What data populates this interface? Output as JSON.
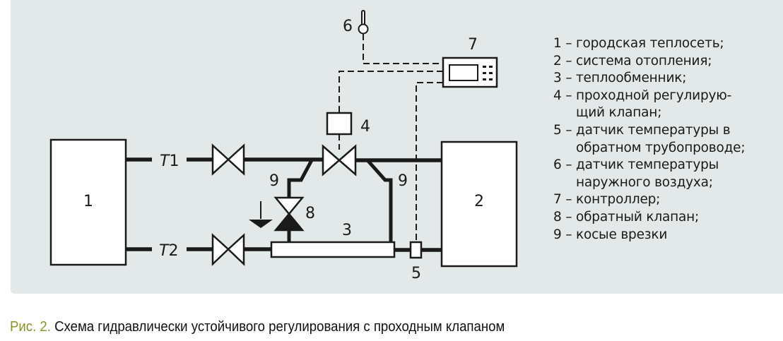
{
  "figure": {
    "caption_prefix": "Рис. 2.",
    "caption_text": "Схема гидравлически устойчивого регулирования с проходным клапаном",
    "caption_prefix_color": "#8a9420"
  },
  "diagram": {
    "labels": {
      "box1": "1",
      "box2": "2",
      "exchanger": "3",
      "actuator": "4",
      "sensor_return": "5",
      "sensor_outdoor": "6",
      "controller": "7",
      "check_valve": "8",
      "bypass_left": "9",
      "bypass_right": "9",
      "supply_line_letter": "T",
      "supply_line_num": "1",
      "return_line_letter": "T",
      "return_line_num": "2"
    }
  },
  "legend": {
    "items": [
      {
        "num": "1 – ",
        "text": "городская теплосеть;"
      },
      {
        "num": "2 – ",
        "text": "система отопления;"
      },
      {
        "num": "3 – ",
        "text": "теплообменник;"
      },
      {
        "num": "4 – ",
        "text": "проходной регулирующий клапан;",
        "line1": "проходной регулирую-",
        "line2": "щий клапан;"
      },
      {
        "num": "5 – ",
        "text": "датчик температуры в обратном трубопроводе;",
        "line1": "датчик температуры в",
        "line2": "обратном трубопроводе;"
      },
      {
        "num": "6 – ",
        "text": "датчик температуры наружного воздуха;",
        "line1": "датчик температуры",
        "line2": "наружного воздуха;"
      },
      {
        "num": "7 – ",
        "text": "контроллер;"
      },
      {
        "num": "8 – ",
        "text": "обратный клапан;"
      },
      {
        "num": "9 – ",
        "text": "косые врезки"
      }
    ]
  }
}
